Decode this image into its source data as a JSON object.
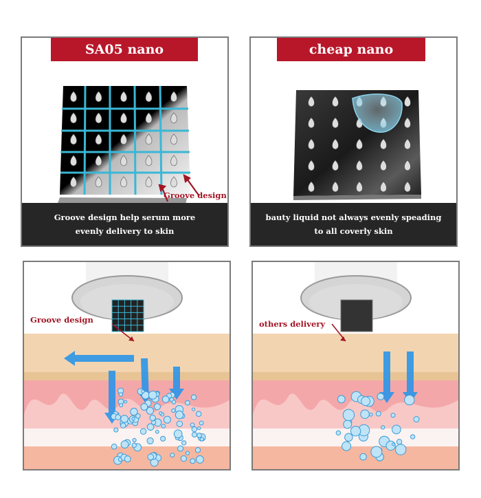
{
  "panels": [
    {
      "id": "sa05",
      "banner": "SA05 nano",
      "annotation": "Groove design",
      "caption_lines": [
        "Groove design help serum more",
        "evenly delivery to skin"
      ]
    },
    {
      "id": "cheap",
      "banner": "cheap nano",
      "caption_lines": [
        "bauty liquid not always evenly speading",
        "to all coverly skin"
      ]
    },
    {
      "id": "sa05-skin",
      "annotation": "Groove design"
    },
    {
      "id": "cheap-skin",
      "annotation": "others delivery"
    }
  ],
  "colors": {
    "banner": "#b8172a",
    "caption_bg": "#262626",
    "annotation": "#a31525",
    "groove": "#3ab7d6",
    "arrow": "#2b95e8",
    "skin_top": "#f2d5b0",
    "skin_mid": "#f4a7a9",
    "skin_low": "#f5b7a0"
  }
}
